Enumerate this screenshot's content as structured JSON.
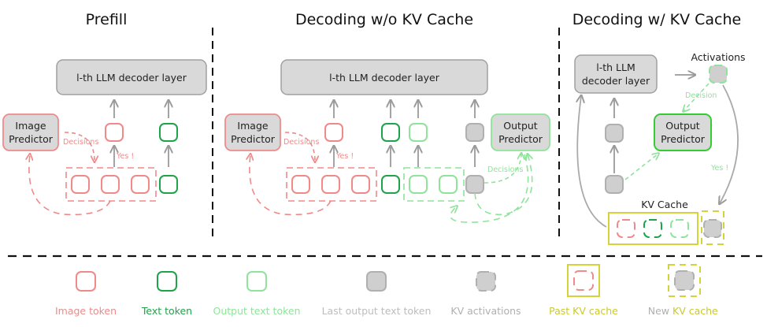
{
  "colors": {
    "image": "#ef8a8a",
    "text": "#1fa34a",
    "output": "#8fe39a",
    "last": "#bdbdbd",
    "kv_past": "#d4d43a",
    "new_kv": "#b0b0b0",
    "decoder_fill": "#d9d9d9",
    "predictor_green": "#33cc33"
  },
  "sections": {
    "prefill": {
      "title": "Prefill",
      "decoder": "l-th LLM decoder layer",
      "predictor": [
        "Image",
        "Predictor"
      ],
      "decisions": "Decisions",
      "yes": "Yes !"
    },
    "decoding_no_kv": {
      "title": "Decoding w/o KV Cache",
      "decoder": "l-th LLM decoder layer",
      "image_predictor": [
        "Image",
        "Predictor"
      ],
      "output_predictor": [
        "Output",
        "Predictor"
      ],
      "decisions_image": "Decisions",
      "decisions_output": "Decisions",
      "yes": "Yes !"
    },
    "decoding_kv": {
      "title": "Decoding w/ KV Cache",
      "decoder": [
        "l-th LLM",
        "decoder layer"
      ],
      "activations": "Activations",
      "decision": "Decision",
      "output_predictor": [
        "Output",
        "Predictor"
      ],
      "yes": "Yes !",
      "kv_cache": "KV Cache"
    }
  },
  "legend": [
    {
      "label": "Image token",
      "color_key": "image"
    },
    {
      "label": "Text token",
      "color_key": "text"
    },
    {
      "label": "Output text token",
      "color_key": "output"
    },
    {
      "label": "Last output text token",
      "color_key": "last"
    },
    {
      "label": "KV activations",
      "color_key": "new_kv"
    },
    {
      "label": "Past KV cache",
      "color_key": "kv_past"
    },
    {
      "label": "New KV cache",
      "color_key": "kv_past"
    }
  ]
}
